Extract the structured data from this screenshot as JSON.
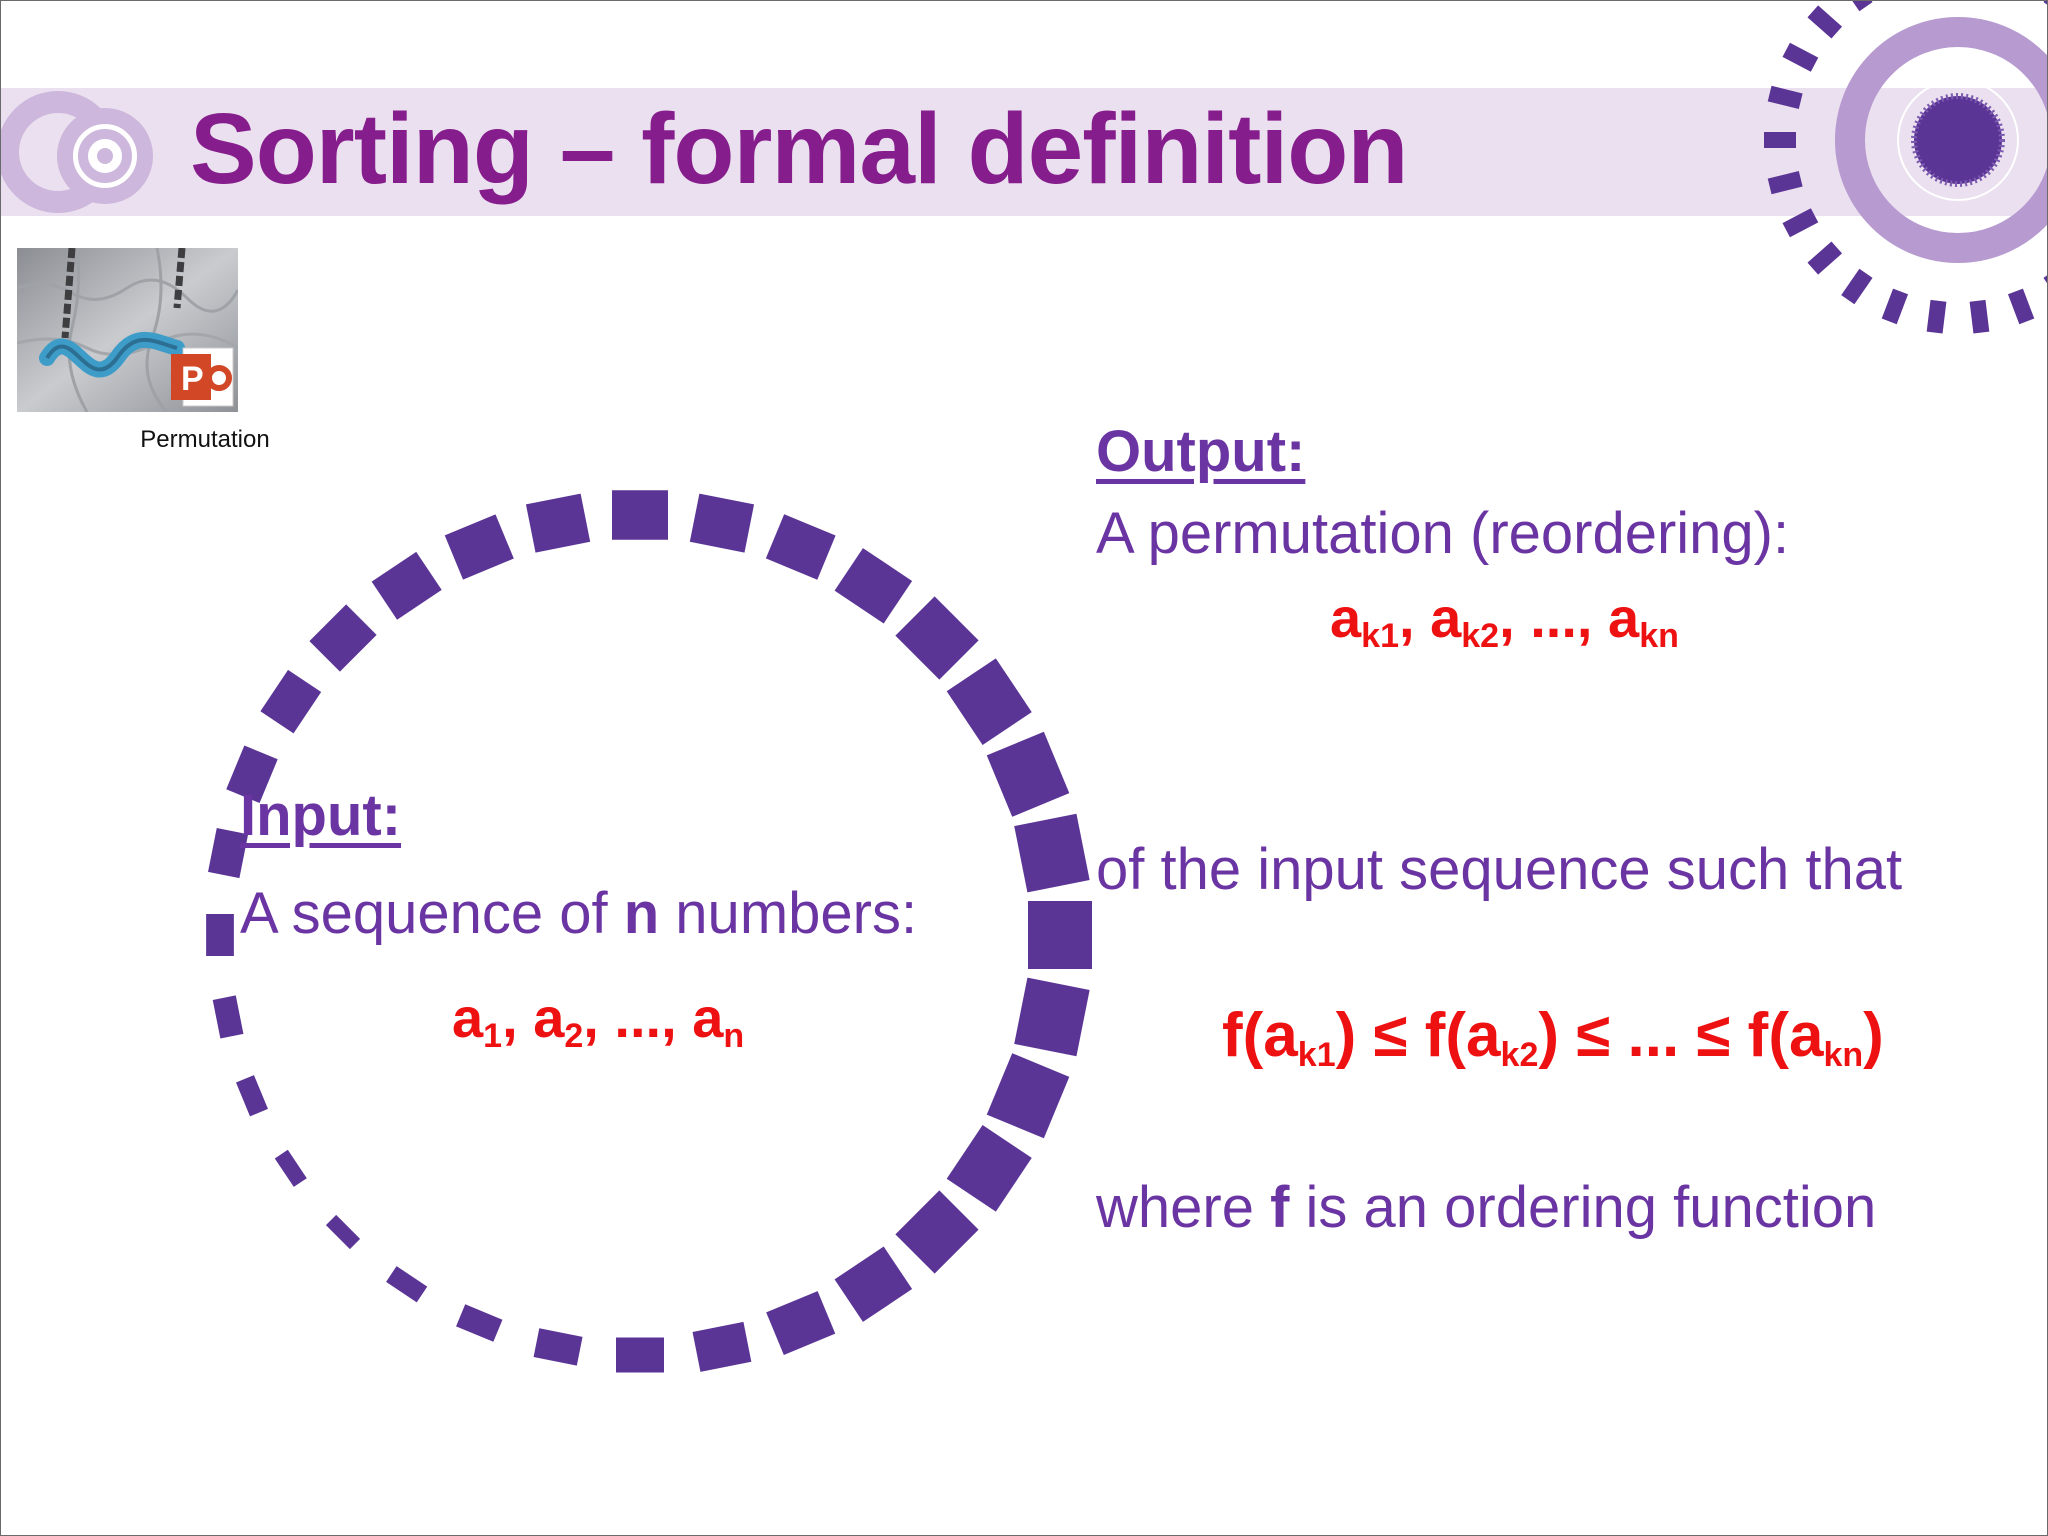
{
  "slide": {
    "title": "Sorting – formal definition",
    "thumbnail": {
      "caption": "Permutation",
      "icon": "powerpoint-icon"
    },
    "input": {
      "heading": "Input:",
      "line_prefix": "A sequence of ",
      "line_bold": "n",
      "line_suffix": " numbers:",
      "sequence": [
        {
          "base": "a",
          "sub": "1"
        },
        {
          "base": "a",
          "sub": "2"
        },
        {
          "ellipsis": "..."
        },
        {
          "base": "a",
          "sub": "n"
        }
      ]
    },
    "output": {
      "heading": "Output:",
      "line": "A permutation (reordering):",
      "sequence": [
        {
          "base": "a",
          "sub": "k1"
        },
        {
          "base": "a",
          "sub": "k2"
        },
        {
          "ellipsis": "..."
        },
        {
          "base": "a",
          "sub": "kn"
        }
      ],
      "such_that": "of the input sequence such that",
      "ordering_terms": [
        {
          "base": "f(a",
          "sub": "k1",
          "close": ")"
        },
        {
          "base": "f(a",
          "sub": "k2",
          "close": ")"
        },
        {
          "ellipsis": "..."
        },
        {
          "base": "f(a",
          "sub": "kn",
          "close": ")"
        }
      ],
      "relation": "≤",
      "where_prefix": "where ",
      "where_bold": "f",
      "where_suffix": " is an ordering function"
    }
  },
  "colors": {
    "title": "#861d8c",
    "body": "#6a35a3",
    "formula": "#ee1111",
    "band": "#ebe0ef",
    "accent_light": "#b79ad0",
    "accent_dark": "#5b3596"
  }
}
